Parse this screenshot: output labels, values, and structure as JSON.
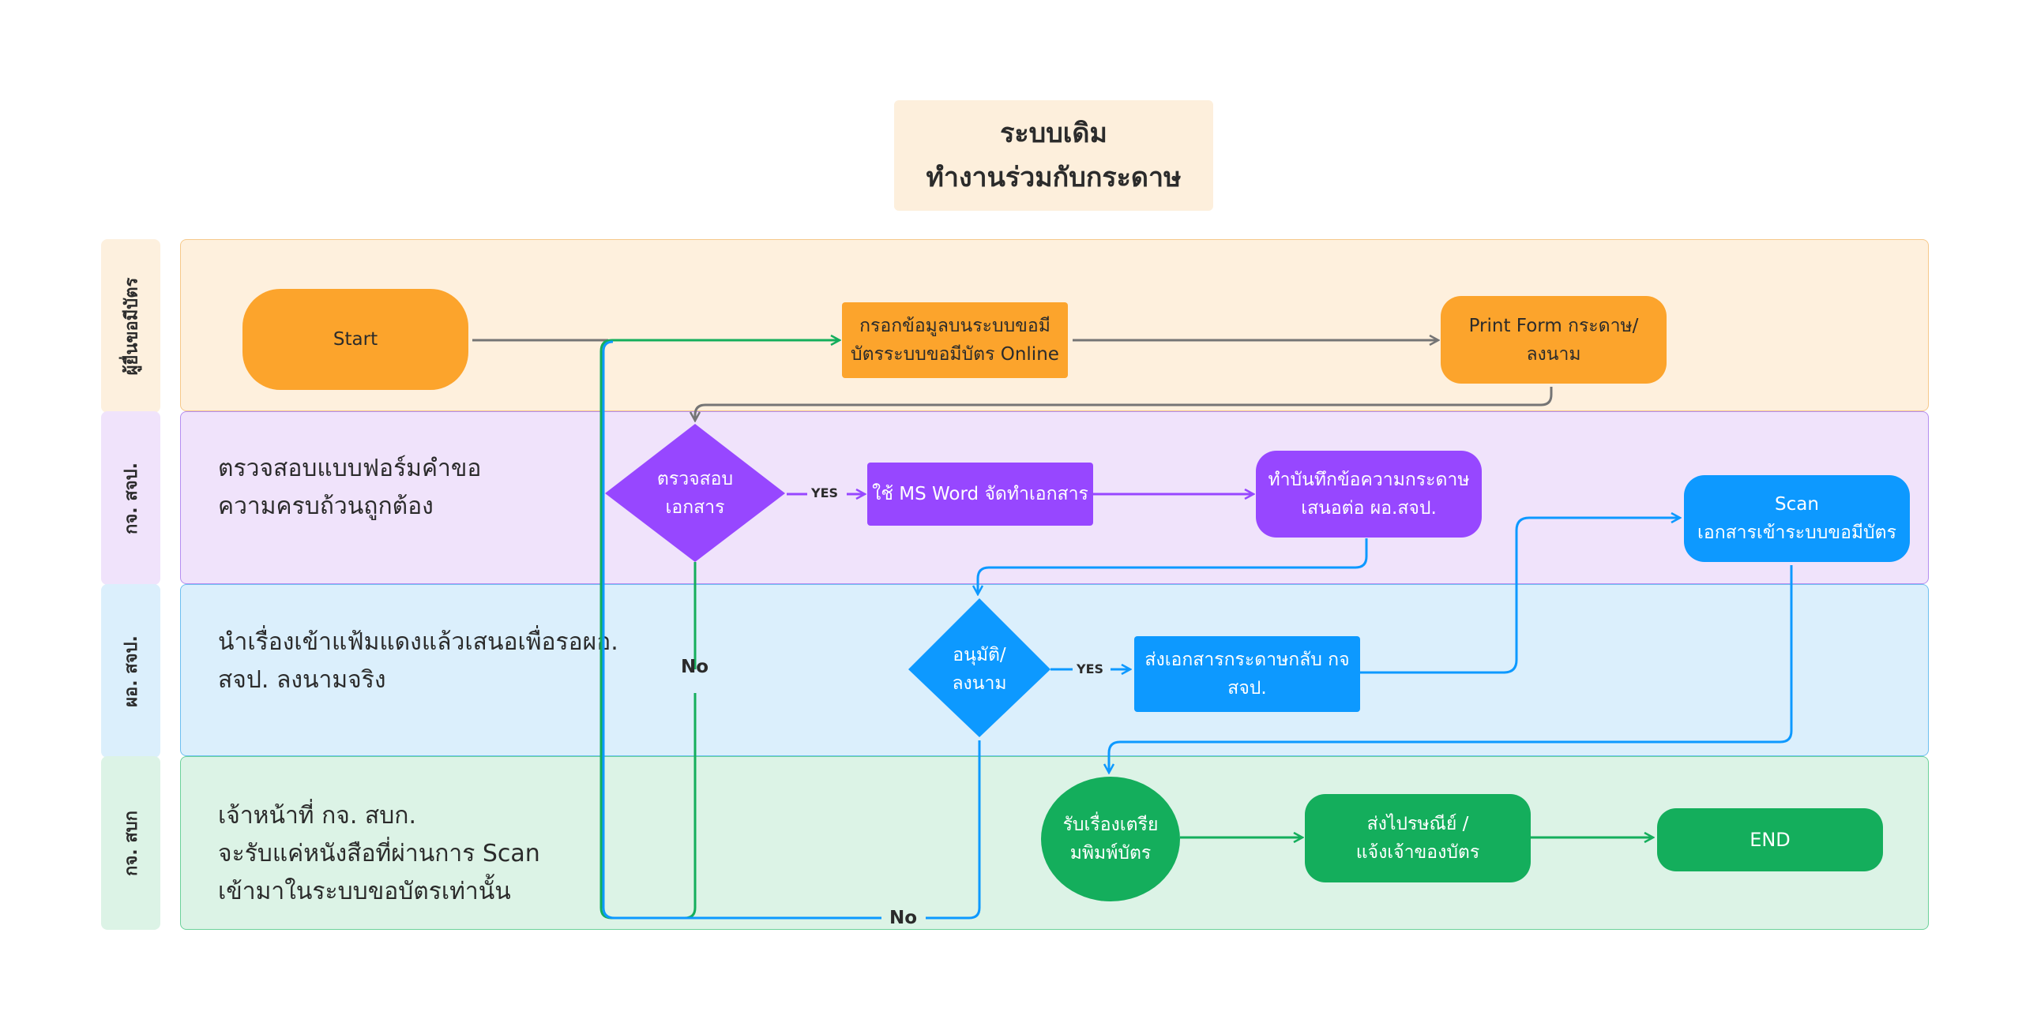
{
  "title": {
    "line1": "ระบบเดิม",
    "line2": "ทำงานร่วมกับกระดาษ"
  },
  "lanes": [
    {
      "label": "ผู้ยื่นขอมีบัตร",
      "description": []
    },
    {
      "label": "กจ. สจป.",
      "description": [
        "ตรวจสอบแบบฟอร์มคำขอ",
        "ความครบถ้วนถูกต้อง"
      ]
    },
    {
      "label": "ผอ. สจป.",
      "description": [
        "นำเรื่องเข้าแฟ้มแดงแล้วเสนอเพื่อรอผอ.",
        "สจป. ลงนามจริง"
      ]
    },
    {
      "label": "กจ. สบก",
      "description": [
        "เจ้าหน้าที่ กจ. สบก.",
        "จะรับแค่หนังสือที่ผ่านการ Scan",
        "เข้ามาในระบบขอบัตรเท่านั้น"
      ]
    }
  ],
  "nodes": {
    "start": "Start",
    "fill_form": [
      "กรอกข้อมูลบนระบบขอมี",
      "บัตรระบบขอมีบัตร Online"
    ],
    "print_form": [
      "Print Form กระดาษ/",
      "ลงนาม"
    ],
    "check_docs": [
      "ตรวจสอบ",
      "เอกสาร"
    ],
    "ms_word": "ใช้ MS Word จัดทำเอกสาร",
    "memo": [
      "ทำบันทึกข้อความกระดาษ",
      "เสนอต่อ ผอ.สจป."
    ],
    "scan": [
      "Scan",
      "เอกสารเข้าระบบขอมีบัตร"
    ],
    "approve": [
      "อนุมัติ/",
      "ลงนาม"
    ],
    "send_back": [
      "ส่งเอกสารกระดาษกลับ กจ",
      "สจป."
    ],
    "receive_print": [
      "รับเรื่องเตรีย",
      "มพิมพ์บัตร"
    ],
    "post_notify": [
      "ส่งไปรษณีย์ /",
      "แจ้งเจ้าของบัตร"
    ],
    "end": "END"
  },
  "edge_labels": {
    "yes1": "YES",
    "yes2": "YES",
    "no1": "No",
    "no2": "No"
  },
  "colors": {
    "orange": "#fca42c",
    "orange_lane": "#fef0dd",
    "purple": "#9747ff",
    "purple_lane": "#f0e3fb",
    "blue": "#0d99ff",
    "blue_lane": "#dbeffc",
    "green": "#14ae5c",
    "green_lane": "#dcf3e6",
    "gray_arrow": "#757575"
  }
}
